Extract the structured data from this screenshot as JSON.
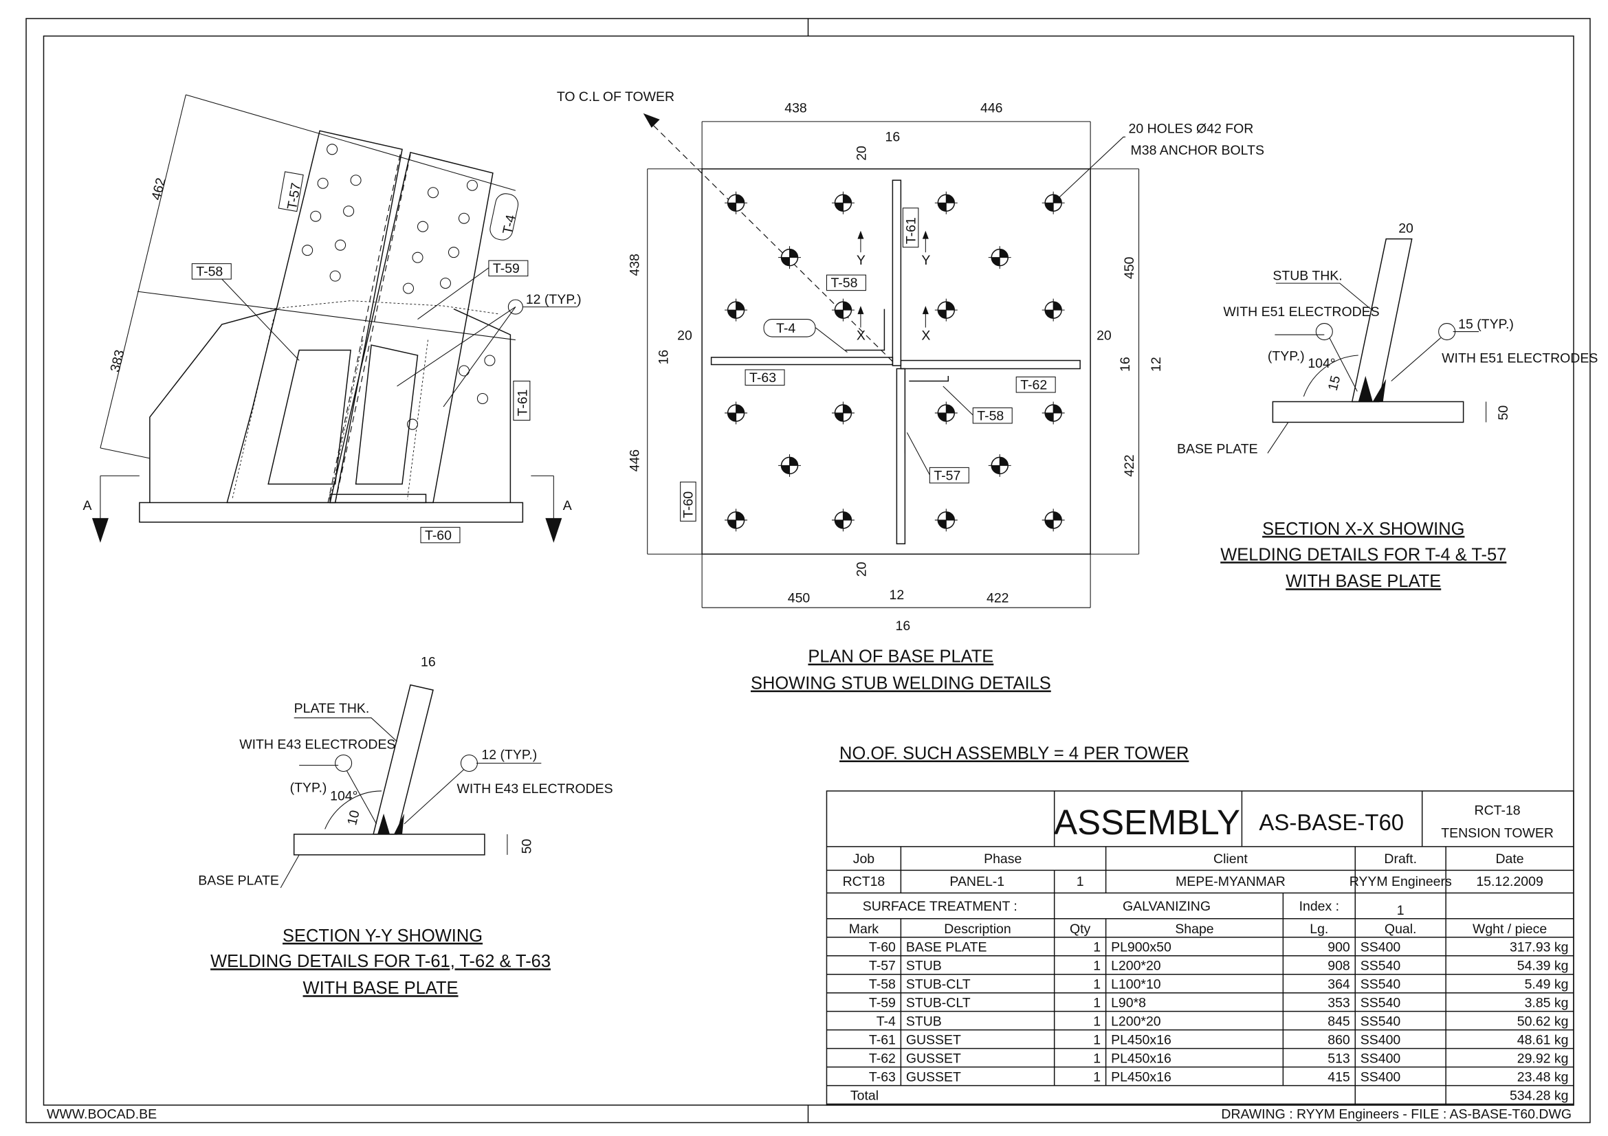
{
  "footer": {
    "website": "WWW.BOCAD.BE",
    "drawing_info": "DRAWING : RYYM Engineers - FILE : AS-BASE-T60.DWG"
  },
  "elevation": {
    "dim_462": "462",
    "dim_383": "383",
    "tag_t57": "T-57",
    "tag_t4": "T-4",
    "tag_t58": "T-58",
    "tag_t59": "T-59",
    "tag_t61": "T-61",
    "tag_t60": "T-60",
    "weld_note": "12 (TYP.)",
    "section_a_left": "A",
    "section_a_right": "A"
  },
  "plan": {
    "to_cl_label": "TO C.L OF TOWER",
    "holes_note_line1": "20 HOLES Ø42 FOR",
    "holes_note_line2": "M38 ANCHOR BOLTS",
    "dim_top_left": "438",
    "dim_top_right": "446",
    "dim_top_16": "16",
    "dim_top_20": "20",
    "dim_left_top": "438",
    "dim_left_bottom": "446",
    "dim_right_top": "450",
    "dim_right_bottom": "422",
    "dim_left_20": "20",
    "dim_left_16": "16",
    "dim_right_20": "20",
    "dim_right_16": "16",
    "dim_right_12": "12",
    "dim_bottom_left": "450",
    "dim_bottom_right": "422",
    "dim_bottom_12": "12",
    "dim_bottom_16": "16",
    "dim_bottom_20": "20",
    "tag_t63": "T-63",
    "tag_t4": "T-4",
    "tag_t58_top": "T-58",
    "tag_t61": "T-61",
    "tag_t62": "T-62",
    "tag_t58_bottom": "T-58",
    "tag_t57": "T-57",
    "tag_t60": "T-60",
    "axis_y": "Y",
    "axis_x": "X",
    "title_line1": "PLAN OF BASE PLATE",
    "title_line2": "SHOWING STUB WELDING DETAILS"
  },
  "section_xx": {
    "stub_thk": "STUB THK.",
    "dim_20": "20",
    "left_electrodes": "WITH E51 ELECTRODES",
    "typ": "(TYP.)",
    "angle": "104°",
    "dim_15": "15",
    "weld_size": "15 (TYP.)",
    "right_electrodes": "WITH E51 ELECTRODES",
    "dim_50": "50",
    "base_plate": "BASE PLATE",
    "title_line1": "SECTION X-X SHOWING",
    "title_line2": "WELDING DETAILS FOR T-4 & T-57",
    "title_line3": "WITH BASE PLATE"
  },
  "section_yy": {
    "plate_thk": "PLATE THK.",
    "dim_16": "16",
    "left_electrodes": "WITH E43 ELECTRODES",
    "typ": "(TYP.)",
    "angle": "104°",
    "dim_10": "10",
    "weld_size": "12 (TYP.)",
    "right_electrodes": "WITH E43 ELECTRODES",
    "dim_50": "50",
    "base_plate": "BASE PLATE",
    "title_line1": "SECTION Y-Y SHOWING",
    "title_line2": "WELDING DETAILS FOR T-61, T-62 & T-63",
    "title_line3": "WITH BASE PLATE"
  },
  "assembly_note": "NO.OF. SUCH ASSEMBLY = 4 PER TOWER",
  "title_block": {
    "heading": "ASSEMBLY",
    "assembly_id": "AS-BASE-T60",
    "project_line1": "RCT-18",
    "project_line2": "TENSION TOWER",
    "labels": {
      "job": "Job",
      "phase": "Phase",
      "client": "Client",
      "draft": "Draft.",
      "date": "Date"
    },
    "values": {
      "job": "RCT18",
      "phase": "PANEL-1",
      "phase_no": "1",
      "client": "MEPE-MYANMAR",
      "draft": "RYYM Engineers",
      "date": "15.12.2009"
    },
    "surface_label": "SURFACE TREATMENT :",
    "surface_value": "GALVANIZING",
    "index_label": "Index :",
    "index_value": "1",
    "columns": [
      "Mark",
      "Description",
      "Qty",
      "Shape",
      "Lg.",
      "Qual.",
      "Wght / piece"
    ],
    "rows": [
      [
        "T-60",
        "BASE PLATE",
        "1",
        "PL900x50",
        "900",
        "SS400",
        "317.93 kg"
      ],
      [
        "T-57",
        "STUB",
        "1",
        "L200*20",
        "908",
        "SS540",
        "54.39 kg"
      ],
      [
        "T-58",
        "STUB-CLT",
        "1",
        "L100*10",
        "364",
        "SS540",
        "5.49 kg"
      ],
      [
        "T-59",
        "STUB-CLT",
        "1",
        "L90*8",
        "353",
        "SS540",
        "3.85 kg"
      ],
      [
        "T-4",
        "STUB",
        "1",
        "L200*20",
        "845",
        "SS540",
        "50.62 kg"
      ],
      [
        "T-61",
        "GUSSET",
        "1",
        "PL450x16",
        "860",
        "SS400",
        "48.61 kg"
      ],
      [
        "T-62",
        "GUSSET",
        "1",
        "PL450x16",
        "513",
        "SS400",
        "29.92 kg"
      ],
      [
        "T-63",
        "GUSSET",
        "1",
        "PL450x16",
        "415",
        "SS400",
        "23.48 kg"
      ]
    ],
    "total_label": "Total",
    "total_value": "534.28 kg"
  }
}
